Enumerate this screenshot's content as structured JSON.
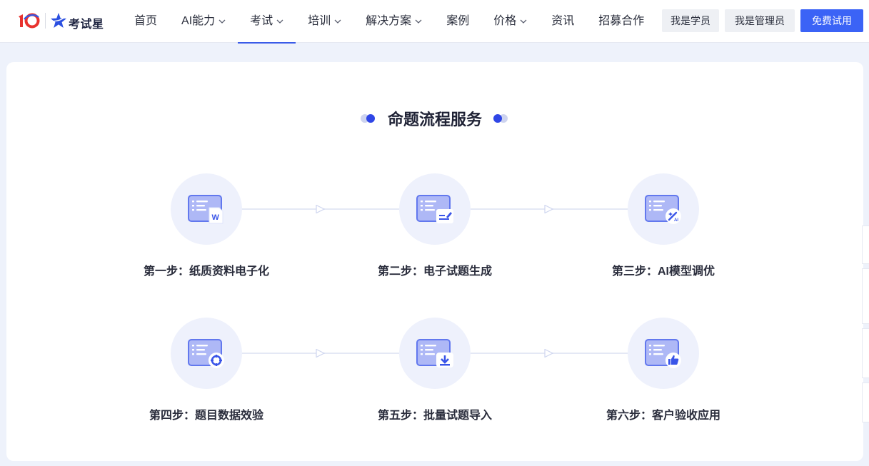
{
  "header": {
    "logo_text": "考试星",
    "nav": [
      {
        "label": "首页",
        "dropdown": false,
        "active": false
      },
      {
        "label": "AI能力",
        "dropdown": true,
        "active": false
      },
      {
        "label": "考试",
        "dropdown": true,
        "active": true
      },
      {
        "label": "培训",
        "dropdown": true,
        "active": false
      },
      {
        "label": "解决方案",
        "dropdown": true,
        "active": false
      },
      {
        "label": "案例",
        "dropdown": false,
        "active": false
      },
      {
        "label": "价格",
        "dropdown": true,
        "active": false
      },
      {
        "label": "资讯",
        "dropdown": false,
        "active": false
      },
      {
        "label": "招募合作",
        "dropdown": false,
        "active": false
      }
    ],
    "btn_student": "我是学员",
    "btn_admin": "我是管理员",
    "btn_trial": "免费试用"
  },
  "section": {
    "title": "命题流程服务"
  },
  "steps": [
    {
      "label": "第一步：纸质资料电子化",
      "icon": "word-document-icon"
    },
    {
      "label": "第二步：电子试题生成",
      "icon": "document-edit-icon"
    },
    {
      "label": "第三步：AI模型调优",
      "icon": "ai-magic-wand-icon"
    },
    {
      "label": "第四步：题目数据效验",
      "icon": "target-check-icon"
    },
    {
      "label": "第五步：批量试题导入",
      "icon": "download-import-icon"
    },
    {
      "label": "第六步：客户验收应用",
      "icon": "thumbs-up-icon"
    }
  ],
  "colors": {
    "accent": "#3b63f6",
    "nav_active": "#3a5be8",
    "icon_circle_bg": "#eef1fc",
    "page_bg": "#eef2fb"
  }
}
